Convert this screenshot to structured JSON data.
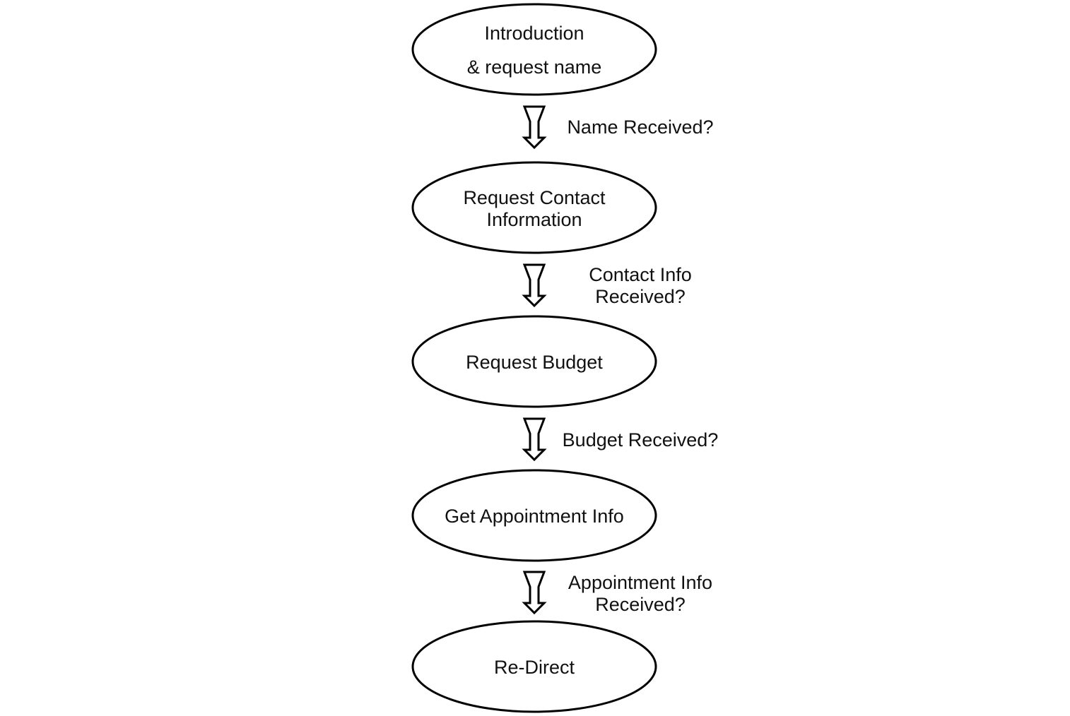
{
  "diagram": {
    "nodes": [
      {
        "id": "intro",
        "lines": [
          "Introduction",
          "& request name"
        ]
      },
      {
        "id": "contact",
        "lines": [
          "Request Contact",
          "Information"
        ]
      },
      {
        "id": "budget",
        "lines": [
          "Request Budget"
        ]
      },
      {
        "id": "appointment",
        "lines": [
          "Get Appointment Info"
        ]
      },
      {
        "id": "redirect",
        "lines": [
          "Re-Direct"
        ]
      }
    ],
    "edges": [
      {
        "from": "intro",
        "to": "contact",
        "lines": [
          "Name Received?"
        ]
      },
      {
        "from": "contact",
        "to": "budget",
        "lines": [
          "Contact Info",
          "Received?"
        ]
      },
      {
        "from": "budget",
        "to": "appointment",
        "lines": [
          "Budget Received?"
        ]
      },
      {
        "from": "appointment",
        "to": "redirect",
        "lines": [
          "Appointment Info",
          "Received?"
        ]
      }
    ],
    "colors": {
      "stroke": "#000000",
      "fill": "#ffffff",
      "text": "#111111"
    }
  }
}
